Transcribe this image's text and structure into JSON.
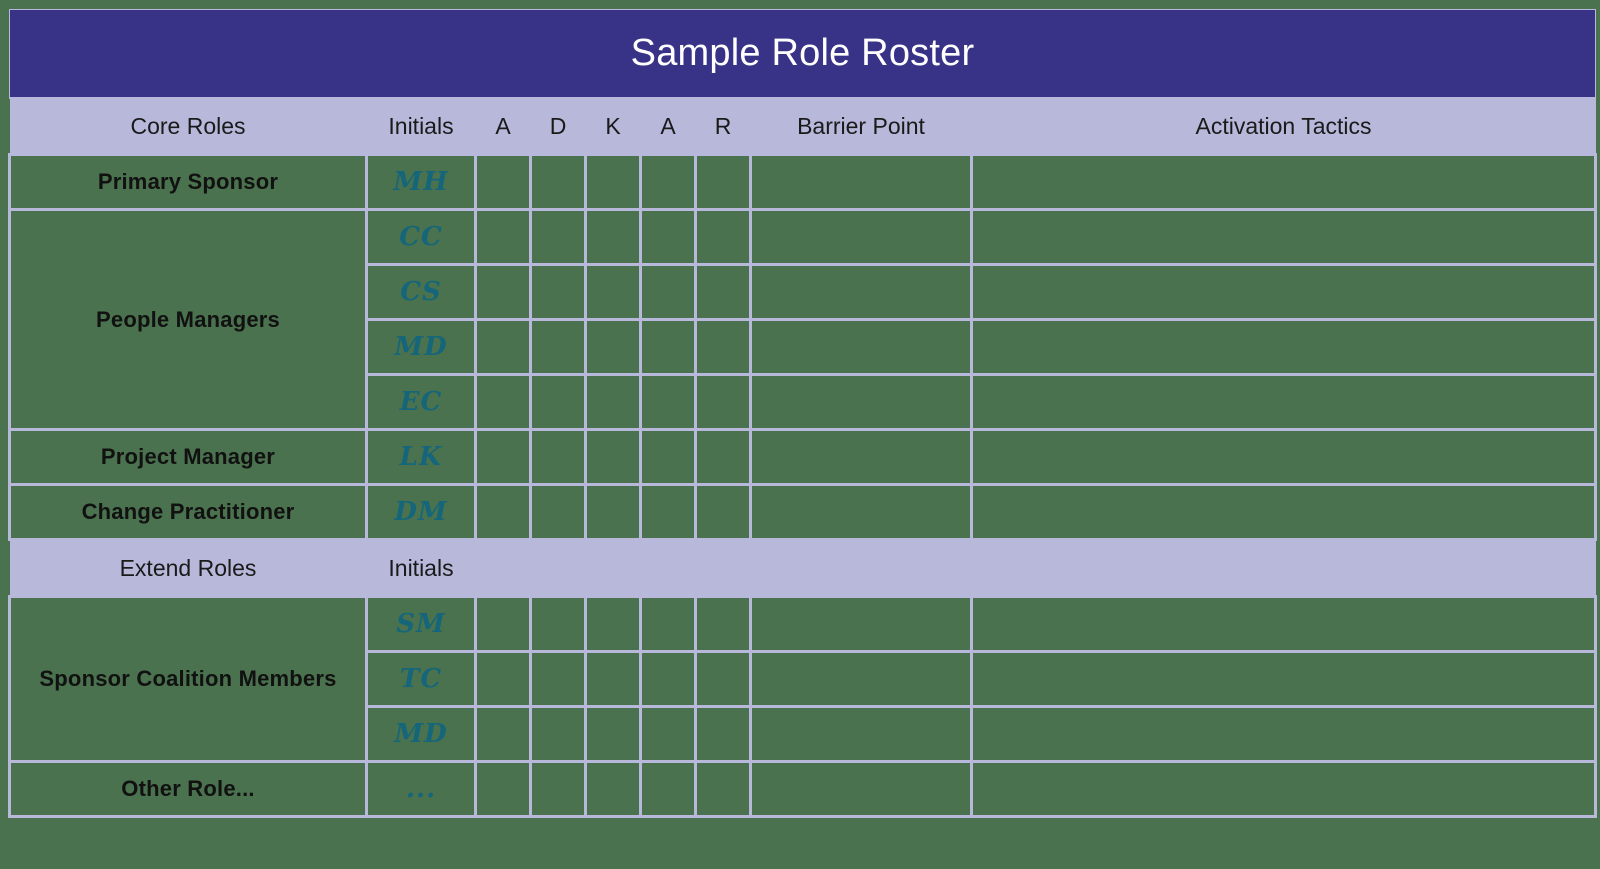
{
  "title": "Sample Role Roster",
  "theme": {
    "title_bar_color": "#383386",
    "band_color": "#b7b8da",
    "cell_color": "#4a724e",
    "grid_color": "#b7b8da",
    "initials_color": "#15667a",
    "title_text_color": "#ffffff",
    "label_text_color": "#111111"
  },
  "header": {
    "role_column": "Core Roles",
    "initials_column": "Initials",
    "adkar": [
      "A",
      "D",
      "K",
      "A",
      "R"
    ],
    "barrier_point": "Barrier Point",
    "activation_tactics": "Activation Tactics"
  },
  "extend_band": {
    "role_column": "Extend Roles",
    "initials_column": "Initials"
  },
  "core_rows": [
    {
      "role": "Primary Sponsor",
      "rowspan": 1,
      "initials": "MH",
      "barrier_point": "",
      "activation_tactics": "",
      "adkar": [
        "",
        "",
        "",
        "",
        ""
      ]
    },
    {
      "role": "People Managers",
      "rowspan": 4,
      "initials": "CC",
      "barrier_point": "",
      "activation_tactics": "",
      "adkar": [
        "",
        "",
        "",
        "",
        ""
      ]
    },
    {
      "role": null,
      "rowspan": 0,
      "initials": "CS",
      "barrier_point": "",
      "activation_tactics": "",
      "adkar": [
        "",
        "",
        "",
        "",
        ""
      ]
    },
    {
      "role": null,
      "rowspan": 0,
      "initials": "MD",
      "barrier_point": "",
      "activation_tactics": "",
      "adkar": [
        "",
        "",
        "",
        "",
        ""
      ]
    },
    {
      "role": null,
      "rowspan": 0,
      "initials": "EC",
      "barrier_point": "",
      "activation_tactics": "",
      "adkar": [
        "",
        "",
        "",
        "",
        ""
      ]
    },
    {
      "role": "Project Manager",
      "rowspan": 1,
      "initials": "LK",
      "barrier_point": "",
      "activation_tactics": "",
      "adkar": [
        "",
        "",
        "",
        "",
        ""
      ]
    },
    {
      "role": "Change Practitioner",
      "rowspan": 1,
      "initials": "DM",
      "barrier_point": "",
      "activation_tactics": "",
      "adkar": [
        "",
        "",
        "",
        "",
        ""
      ]
    }
  ],
  "extend_rows": [
    {
      "role": "Sponsor Coalition Members",
      "rowspan": 3,
      "initials": "SM",
      "barrier_point": "",
      "activation_tactics": "",
      "adkar": [
        "",
        "",
        "",
        "",
        ""
      ]
    },
    {
      "role": null,
      "rowspan": 0,
      "initials": "TC",
      "barrier_point": "",
      "activation_tactics": "",
      "adkar": [
        "",
        "",
        "",
        "",
        ""
      ]
    },
    {
      "role": null,
      "rowspan": 0,
      "initials": "MD",
      "barrier_point": "",
      "activation_tactics": "",
      "adkar": [
        "",
        "",
        "",
        "",
        ""
      ]
    },
    {
      "role": "Other Role...",
      "rowspan": 1,
      "initials": "...",
      "barrier_point": "",
      "activation_tactics": "",
      "adkar": [
        "",
        "",
        "",
        "",
        ""
      ]
    }
  ]
}
